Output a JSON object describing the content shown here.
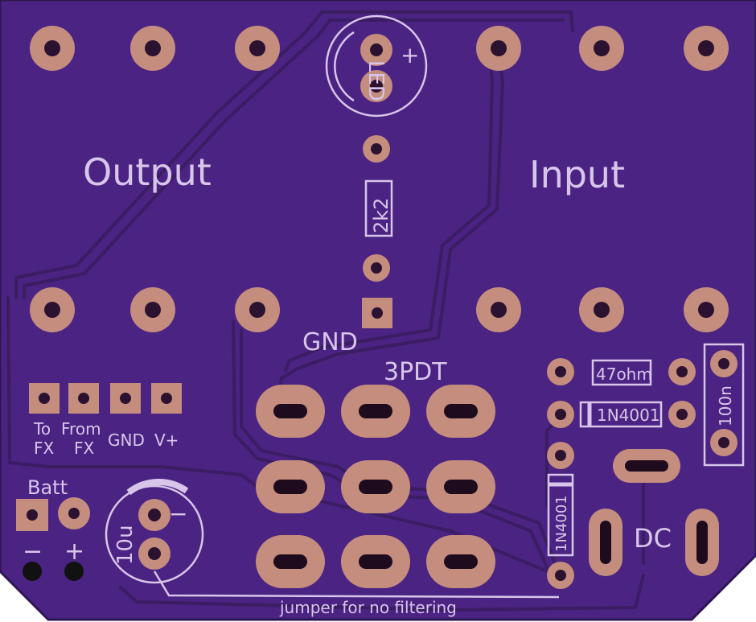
{
  "board": {
    "colors": {
      "board": "#4b2382",
      "edge": "#2d1652",
      "trace": "#3a1d63",
      "pad": "#c48d7e",
      "silkscreen": "#d8c6ea",
      "hole": "#1e0c1e"
    },
    "labels": {
      "output": "Output",
      "input": "Input",
      "led": "LED",
      "led_plus": "+",
      "resistor_led": "2k2",
      "gnd_main": "GND",
      "switch": "3PDT",
      "to_fx_1": "To",
      "to_fx_2": "FX",
      "from_fx_1": "From",
      "from_fx_2": "FX",
      "gnd_header": "GND",
      "vplus": "V+",
      "batt": "Batt",
      "batt_minus": "−",
      "batt_plus": "+",
      "cap_10u": "10u",
      "cap_minus": "−",
      "resistor_47": "47ohm",
      "diode_1": "1N4001",
      "diode_2": "1N4001",
      "cap_100n": "100n",
      "dc": "DC",
      "jumper": "jumper for no filtering"
    }
  }
}
